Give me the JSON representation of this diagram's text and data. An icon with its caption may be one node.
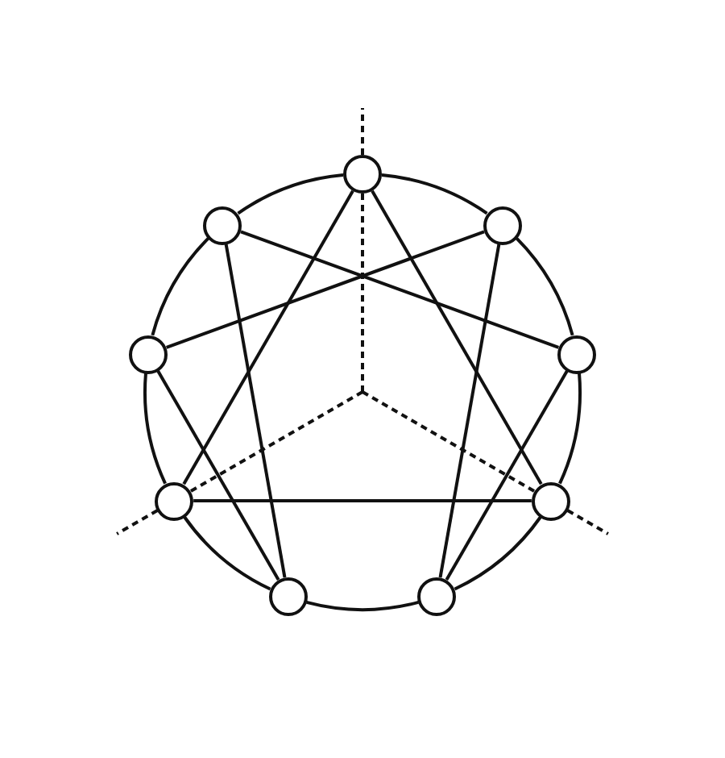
{
  "diagram": {
    "nodes": [
      {
        "text": [],
        "shape": "circle"
      },
      {
        "text": [],
        "shape": "circle"
      },
      {
        "text": [],
        "shape": "circle"
      },
      {
        "text": [],
        "shape": "circle"
      },
      {
        "text": [],
        "shape": "circle"
      },
      {
        "text": [],
        "shape": "circle"
      },
      {
        "text": [],
        "shape": "circle"
      },
      {
        "text": [],
        "shape": "circle"
      },
      {
        "text": [],
        "shape": "circle"
      }
    ],
    "edges": [
      {
        "from": 0,
        "to": 6,
        "arrow": "none"
      },
      {
        "from": 6,
        "to": 5,
        "arrow": "none"
      },
      {
        "from": 5,
        "to": 0,
        "arrow": "none"
      },
      {
        "from": 2,
        "to": 8,
        "arrow": "none"
      },
      {
        "from": 8,
        "to": 4,
        "arrow": "none"
      },
      {
        "from": 4,
        "to": 1,
        "arrow": "none"
      },
      {
        "from": 1,
        "to": 7,
        "arrow": "none"
      },
      {
        "from": 7,
        "to": 3,
        "arrow": "none"
      },
      {
        "from": 3,
        "to": 2,
        "arrow": "none"
      },
      {
        "from": 0,
        "to": 2,
        "arrow": "none"
      },
      {
        "from": 2,
        "to": 4,
        "arrow": "none"
      },
      {
        "from": 4,
        "to": 6,
        "arrow": "none"
      },
      {
        "from": 6,
        "to": 8,
        "arrow": "none"
      },
      {
        "from": 8,
        "to": 7,
        "arrow": "none"
      },
      {
        "from": 7,
        "to": 5,
        "arrow": "none"
      },
      {
        "from": 5,
        "to": 3,
        "arrow": "none"
      },
      {
        "from": 3,
        "to": 1,
        "arrow": "none"
      },
      {
        "from": 1,
        "to": 0,
        "arrow": "none"
      }
    ]
  }
}
